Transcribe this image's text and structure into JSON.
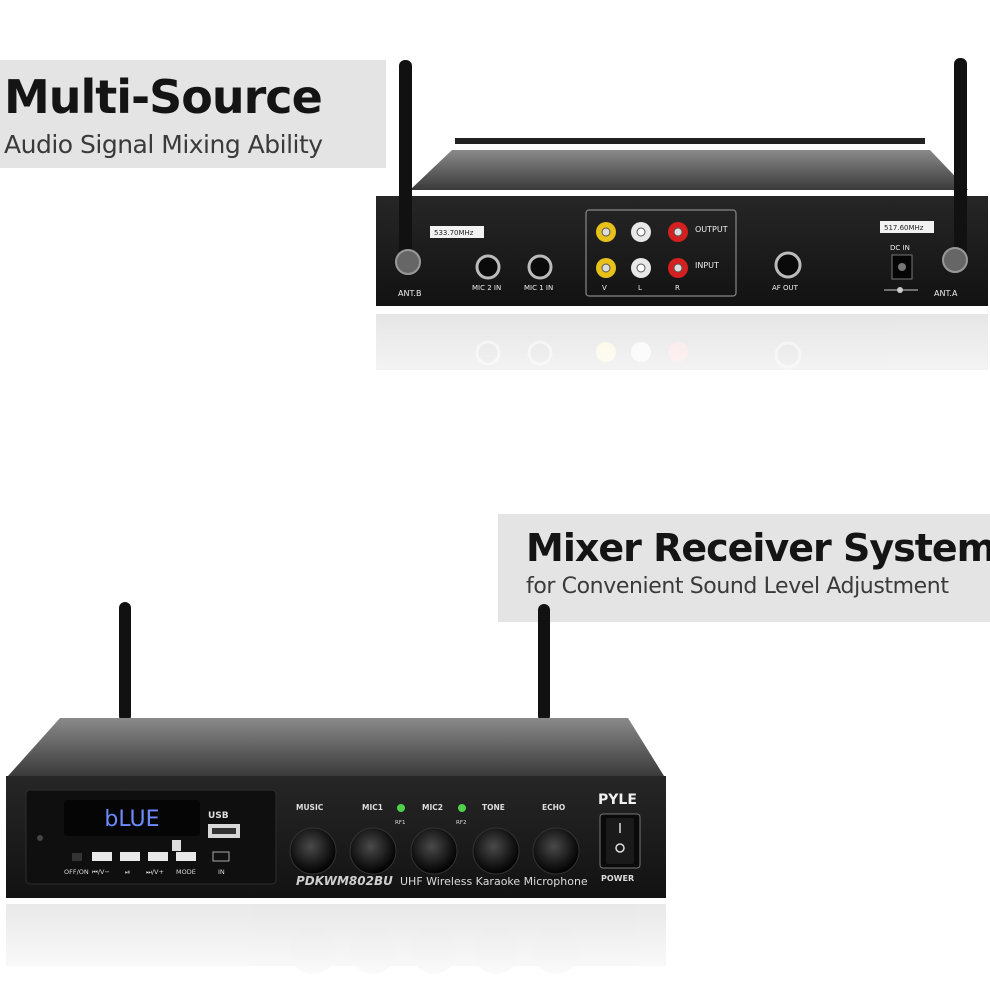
{
  "banners": [
    {
      "title": "Multi-Source",
      "subtitle": "Audio Signal Mixing Ability"
    },
    {
      "title": "Mixer Receiver System",
      "subtitle": "for Convenient Sound Level Adjustment"
    }
  ],
  "rear_panel": {
    "antenna_b": "ANT.B",
    "antenna_a": "ANT.A",
    "freq_left": "533.70MHz",
    "freq_right": "517.60MHz",
    "mic2_in": "MIC 2 IN",
    "mic1_in": "MIC 1 IN",
    "output": "OUTPUT",
    "input": "INPUT",
    "v": "V",
    "l": "L",
    "r": "R",
    "af_out": "AF OUT",
    "dc_in": "DC IN"
  },
  "front_panel": {
    "display_text": "bLUE",
    "usb": "USB",
    "buttons": [
      "OFF/ON",
      "⏮/V−",
      "⏯",
      "⏭/V+",
      "MODE"
    ],
    "in": "IN",
    "knob_labels": [
      "MUSIC",
      "MIC1",
      "MIC2",
      "TONE",
      "ECHO"
    ],
    "rf1": "RF1",
    "rf2": "RF2",
    "brand": "PYLE",
    "model": "PDKWM802BU",
    "description": "UHF Wireless Karaoke Microphone",
    "power": "POWER"
  },
  "colors": {
    "banner_bg": "#e4e4e4",
    "chassis": "#1c1c1c",
    "display_text": "#6d8bff",
    "led_green": "#4fd14a",
    "rca_yellow": "#e8c21a",
    "rca_red": "#d42020"
  }
}
